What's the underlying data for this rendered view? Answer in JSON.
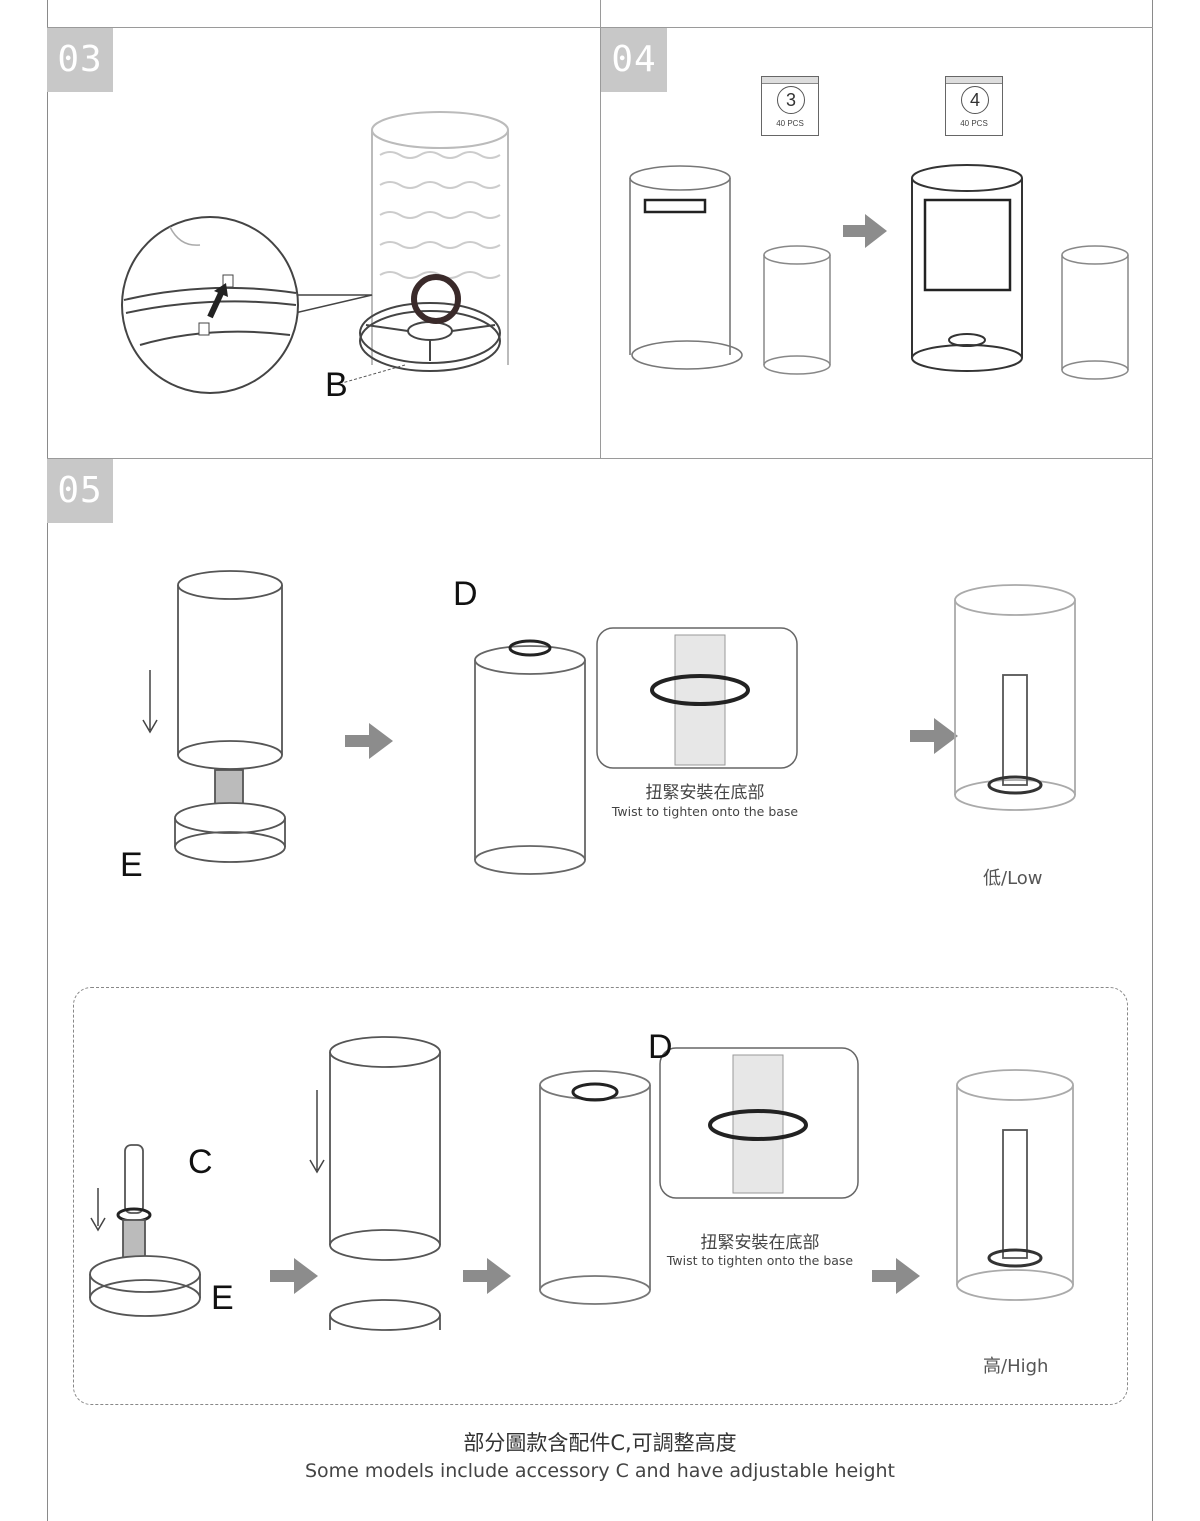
{
  "steps": {
    "s03": {
      "number": "03",
      "label_b": "B"
    },
    "s04": {
      "number": "04",
      "pack_a": {
        "num": "3",
        "pcs": "40 PCS"
      },
      "pack_b": {
        "num": "4",
        "pcs": "40 PCS"
      }
    },
    "s05": {
      "number": "05"
    }
  },
  "row_low": {
    "label_e": "E",
    "label_d": "D",
    "caption_zh": "扭緊安裝在底部",
    "caption_en": "Twist to tighten onto the base",
    "height_label": "低/Low"
  },
  "row_high": {
    "label_c": "C",
    "label_e": "E",
    "label_d": "D",
    "caption_zh": "扭緊安裝在底部",
    "caption_en": "Twist to tighten onto the base",
    "height_label": "高/High"
  },
  "footer": {
    "note_zh": "部分圖款含配件C,可調整高度",
    "note_en": "Some models include accessory C and have adjustable height"
  },
  "colors": {
    "badge": "#c8c8c8",
    "arrow": "#8c8c8c",
    "line": "#555555",
    "highlight": "#3a2a2a"
  }
}
